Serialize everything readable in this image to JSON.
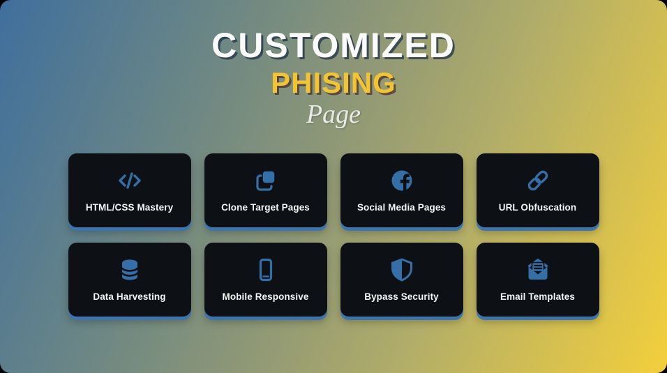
{
  "title": {
    "line1": "CUSTOMIZED",
    "line2": "PHISING",
    "line3": "Page"
  },
  "cards": [
    {
      "label": "HTML/CSS Mastery",
      "icon": "code-icon"
    },
    {
      "label": "Clone Target Pages",
      "icon": "clone-icon"
    },
    {
      "label": "Social Media Pages",
      "icon": "facebook-icon"
    },
    {
      "label": "URL Obfuscation",
      "icon": "link-icon"
    },
    {
      "label": "Data Harvesting",
      "icon": "database-icon"
    },
    {
      "label": "Mobile Responsive",
      "icon": "mobile-icon"
    },
    {
      "label": "Bypass Security",
      "icon": "shield-half-icon"
    },
    {
      "label": "Email Templates",
      "icon": "envelope-open-text-icon"
    }
  ],
  "colors": {
    "icon_blue": "#356FA7",
    "card_background": "#0D1116",
    "card_shadow_blue": "#3C74AD",
    "title_white": "#FAFAFA",
    "title_gold": "#F2C433",
    "subtitle_gray": "#E9EAE4",
    "gradient_start_blue": "#3F6F9D",
    "gradient_end_yellow": "#F3CF3B",
    "page_corner_background": "#000000"
  }
}
